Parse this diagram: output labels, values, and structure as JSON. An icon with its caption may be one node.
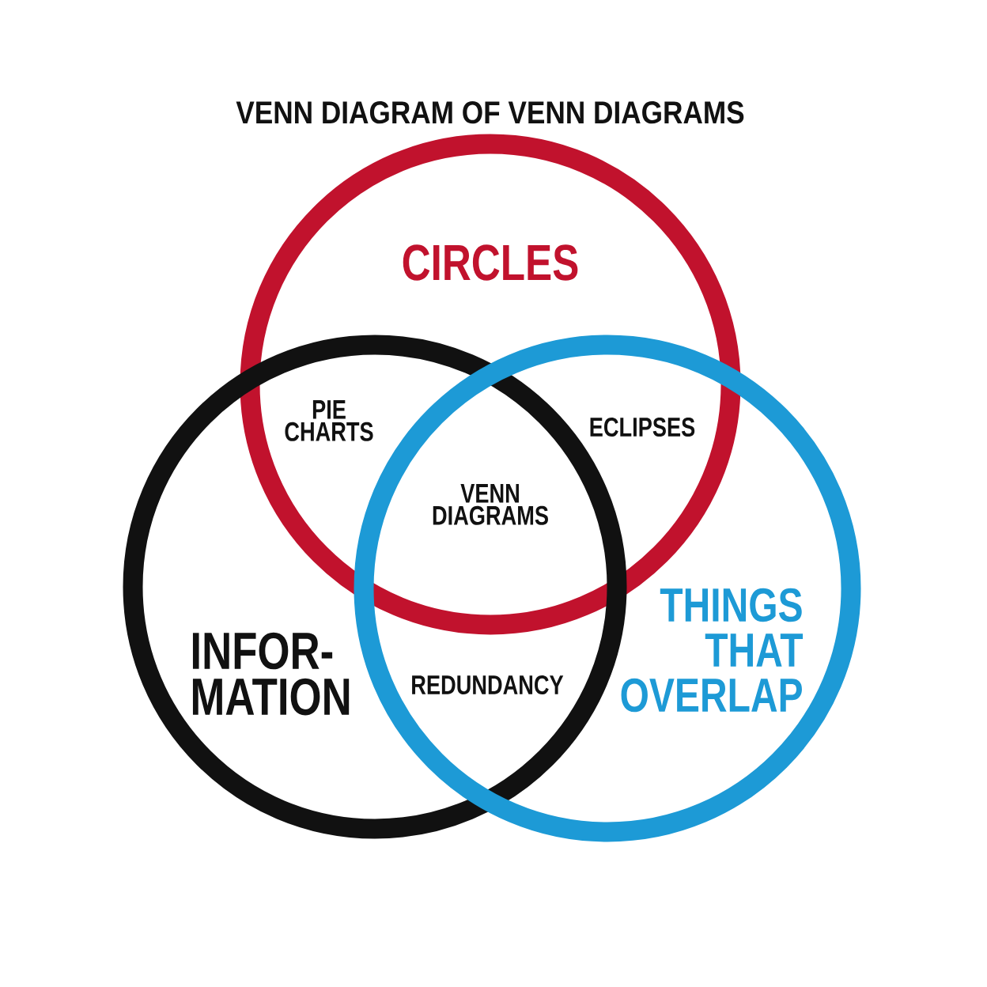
{
  "diagram": {
    "title": "VENN DIAGRAM OF VENN DIAGRAMS",
    "nodes": [
      {
        "text": [
          "CIRCLES"
        ]
      },
      {
        "text": [
          "INFOR- MATION"
        ]
      },
      {
        "text": [
          "THINGS THAT OVERLAP"
        ]
      }
    ],
    "labels": [
      "PIE CHARTS",
      "ECLIPSES",
      "VENN DIAGRAMS",
      "REDUNDANCY"
    ]
  }
}
